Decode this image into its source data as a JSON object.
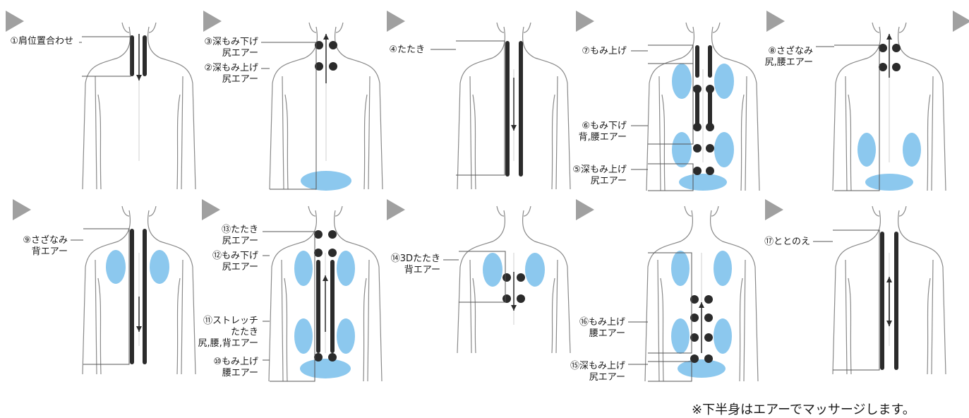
{
  "colors": {
    "line": "#555555",
    "body_outline": "#8a8a8a",
    "roller": "#2b2b2b",
    "air": "#8cc8ee",
    "play": "#a0a0a0"
  },
  "icons": [
    "play-icon",
    "body-outline-icon",
    "roller-dot-icon",
    "air-bag-icon",
    "arrow-icon"
  ],
  "panels": [
    {
      "id": "p1",
      "labels": [
        {
          "lines": [
            "①肩位置合わせ"
          ]
        }
      ]
    },
    {
      "id": "p2",
      "labels": [
        {
          "lines": [
            "③深もみ下げ",
            "尻エアー"
          ]
        },
        {
          "lines": [
            "②深もみ上げ",
            "尻エアー"
          ]
        }
      ]
    },
    {
      "id": "p3",
      "labels": [
        {
          "lines": [
            "④たたき"
          ]
        }
      ]
    },
    {
      "id": "p4",
      "labels": [
        {
          "lines": [
            "⑦もみ上げ"
          ]
        },
        {
          "lines": [
            "⑥もみ下げ",
            "背,腰エアー"
          ]
        },
        {
          "lines": [
            "⑤深もみ上げ",
            "尻エアー"
          ]
        }
      ]
    },
    {
      "id": "p5",
      "labels": [
        {
          "lines": [
            "⑧さざなみ",
            "尻,腰エアー"
          ]
        }
      ]
    },
    {
      "id": "p6",
      "labels": [
        {
          "lines": [
            "⑨さざなみ",
            "背エアー"
          ]
        }
      ]
    },
    {
      "id": "p7",
      "labels": [
        {
          "lines": [
            "⑬たたき",
            "尻エアー"
          ]
        },
        {
          "lines": [
            "⑫もみ下げ",
            "尻エアー"
          ]
        },
        {
          "lines": [
            "⑪ストレッチ",
            "たたき",
            "尻,腰,背エアー"
          ]
        },
        {
          "lines": [
            "⑩もみ上げ",
            "腰エアー"
          ]
        }
      ]
    },
    {
      "id": "p8",
      "labels": [
        {
          "lines": [
            "⑭3Dたたき",
            "背エアー"
          ]
        }
      ]
    },
    {
      "id": "p9",
      "labels": [
        {
          "lines": [
            "⑯もみ上げ",
            "腰エアー"
          ]
        },
        {
          "lines": [
            "⑮深もみ上げ",
            "尻エアー"
          ]
        }
      ]
    },
    {
      "id": "p10",
      "labels": [
        {
          "lines": [
            "⑰ととのえ"
          ]
        }
      ]
    }
  ],
  "footnote": "※下半身はエアーでマッサージします。"
}
